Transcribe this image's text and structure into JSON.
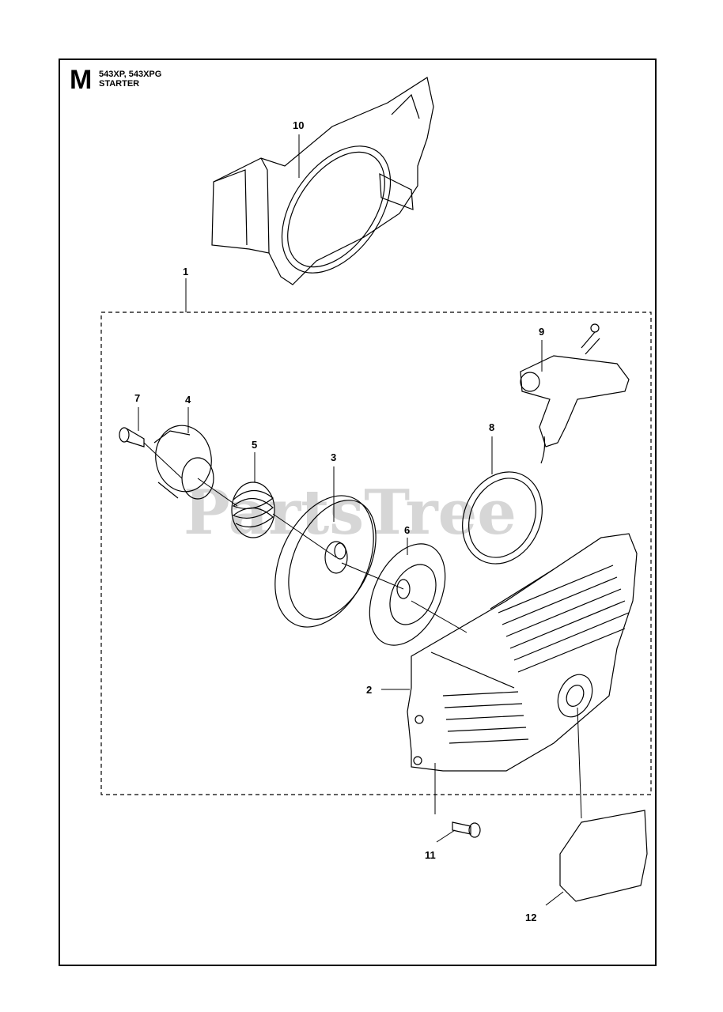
{
  "header": {
    "section_letter": "M",
    "models": "543XP, 543XPG",
    "section_title": "STARTER"
  },
  "watermark": "PartsTree",
  "callouts": [
    "1",
    "2",
    "3",
    "4",
    "5",
    "6",
    "7",
    "8",
    "9",
    "10",
    "11",
    "12"
  ],
  "colors": {
    "line": "#000000",
    "watermark": "#c9c9c9"
  }
}
